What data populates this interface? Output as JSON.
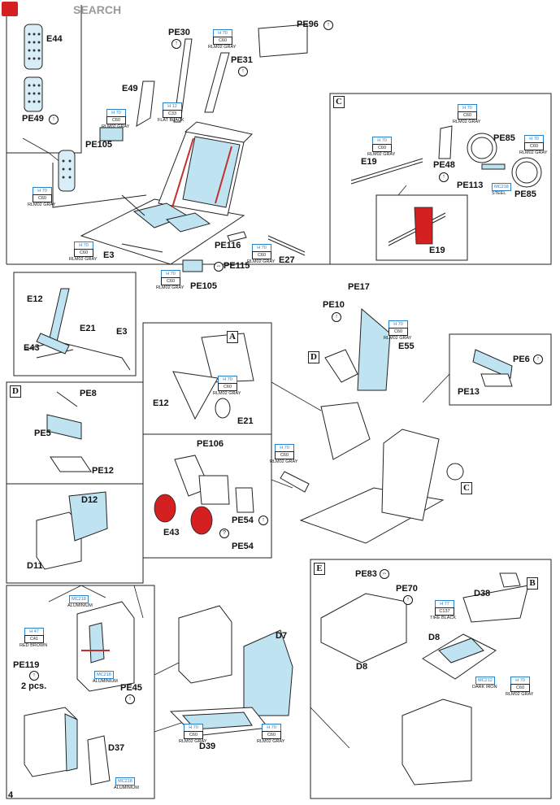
{
  "watermark": {
    "text": "SEARCH"
  },
  "page_number": "4",
  "labels": {
    "E44": "E44",
    "PE49": "PE49",
    "PE30": "PE30",
    "PE96": "PE96",
    "PE31": "PE31",
    "E49": "E49",
    "PE105a": "PE105",
    "E3a": "E3",
    "PE116": "PE116",
    "PE115": "PE115",
    "E27": "E27",
    "PE105b": "PE105",
    "E19a": "E19",
    "PE48": "PE48",
    "PE85a": "PE85",
    "PE85b": "PE85",
    "PE113": "PE113",
    "E19b": "E19",
    "E12a": "E12",
    "E21a": "E21",
    "E3b": "E3",
    "E43a": "E43",
    "PE17": "PE17",
    "PE10": "PE10",
    "E55": "E55",
    "E12b": "E12",
    "E21b": "E21",
    "PE6": "PE6",
    "PE13": "PE13",
    "PE8": "PE8",
    "PE5": "PE5",
    "PE12": "PE12",
    "PE106": "PE106",
    "E43b": "E43",
    "PE54a": "PE54",
    "PE54b": "PE54",
    "D12": "D12",
    "D11": "D11",
    "PE83": "PE83",
    "PE70": "PE70",
    "D38": "D38",
    "D8a": "D8",
    "D8b": "D8",
    "PE119": "PE119",
    "pcs": "2 pcs.",
    "PE45": "PE45",
    "D7": "D7",
    "D39": "D39",
    "D37": "D37"
  },
  "section_letters": {
    "C": "C",
    "A": "A",
    "D": "D",
    "C2": "C",
    "E": "E",
    "B": "B",
    "D2": "D"
  },
  "paint": {
    "h70": "H 70",
    "c60": "C60",
    "rlm02": "RLM02 GRAY",
    "h12": "H 12",
    "c33": "C33",
    "flat_black": "FLAT BLACK",
    "mc218": "MC218",
    "steel": "STEEL",
    "aluminium": "ALUMINIUM",
    "h47": "H 47",
    "c41": "C41",
    "red_brown": "RED BROWN",
    "h77": "H 77",
    "c137": "C137",
    "tire_black": "TIRE BLACK",
    "mc212": "MC212",
    "dark_iron": "DARK IRON"
  },
  "colors": {
    "blue": "#2a7fc9",
    "photoetch_fill": "#bfe3f0",
    "red": "#d42020"
  }
}
